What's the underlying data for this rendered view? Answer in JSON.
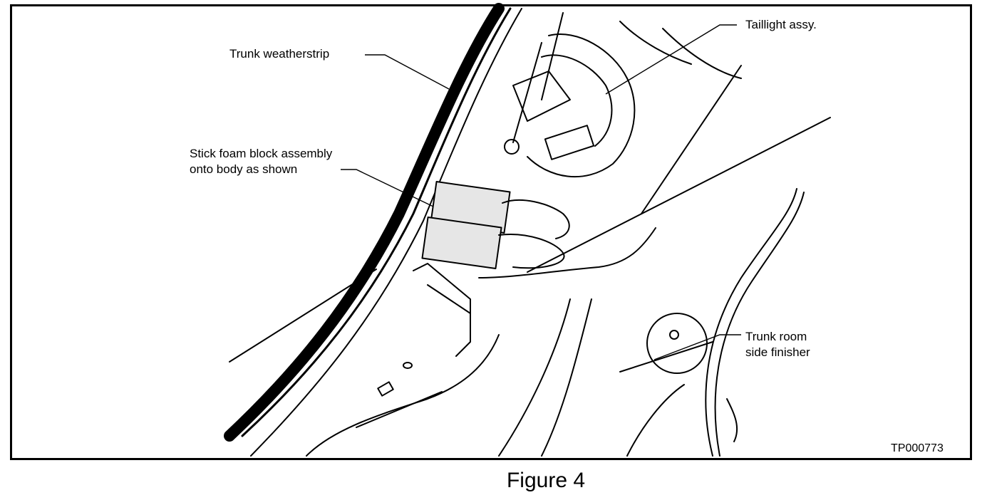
{
  "labels": {
    "trunk_weatherstrip": "Trunk weatherstrip",
    "taillight_assy": "Taillight assy.",
    "foam_block_line1": "Stick foam block assembly",
    "foam_block_line2": "onto body as shown",
    "trunk_room_line1": "Trunk room",
    "trunk_room_line2": "side finisher"
  },
  "figure_code": "TP000773",
  "caption": "Figure 4"
}
